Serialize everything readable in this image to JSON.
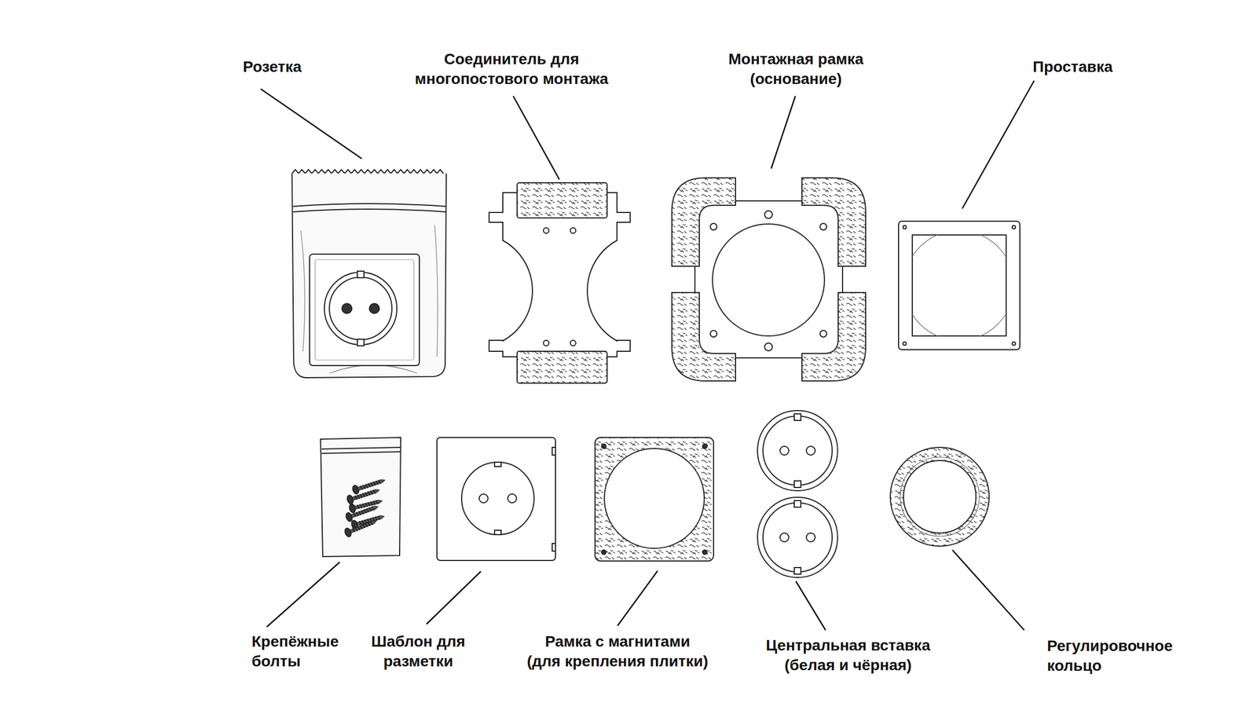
{
  "diagram": {
    "labels": [
      "Розетка",
      "Соединитель для многопостового монтажа",
      "Монтажная рамка (основание)",
      "Проставка",
      "Крепёжные болты",
      "Шаблон для разметки",
      "Рамка с магнитами (для крепления плитки)",
      "Центральная вставка (белая и чёрная)",
      "Регулировочное кольцо"
    ]
  }
}
